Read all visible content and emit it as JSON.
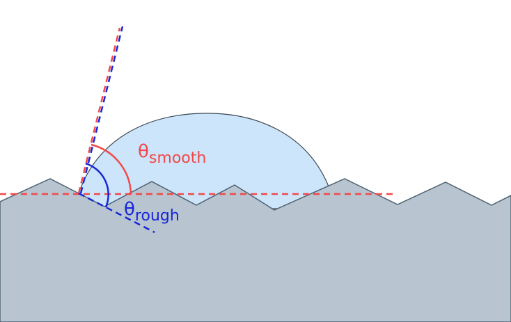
{
  "labels": {
    "smooth": {
      "symbol": "θ",
      "subscript": "smooth"
    },
    "rough": {
      "symbol": "θ",
      "subscript": "rough"
    }
  },
  "colors": {
    "background": "#ffffff",
    "surface_fill": "#b8c4cf",
    "surface_outline": "#4d6273",
    "droplet_fill": "#cce5fb",
    "droplet_outline": "#3a4652",
    "smooth_color": "#f24848",
    "rough_color": "#1726d9"
  }
}
